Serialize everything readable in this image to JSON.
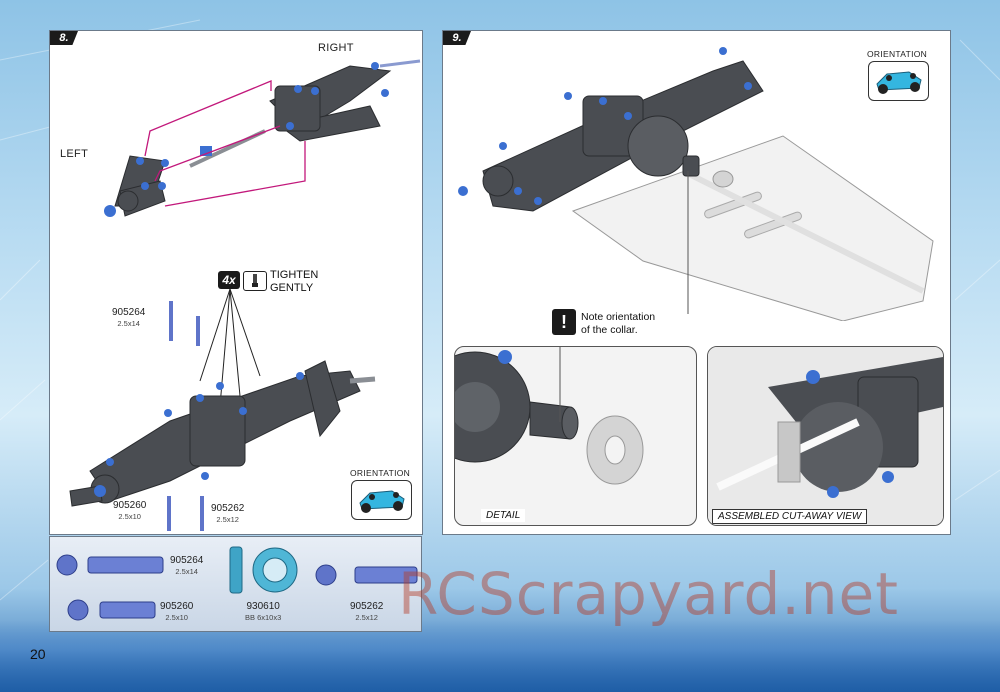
{
  "page_number": "20",
  "watermark": "RCScrapyard.net",
  "step8": {
    "badge": "8.",
    "label_right": "RIGHT",
    "label_left": "LEFT",
    "tool_count": "4x",
    "tighten_line1": "TIGHTEN",
    "tighten_line2": "GENTLY",
    "screws": [
      {
        "pn": "905264",
        "size": "2.5x14"
      },
      {
        "pn": "905260",
        "size": "2.5x10"
      },
      {
        "pn": "905262",
        "size": "2.5x12"
      }
    ],
    "orientation_label": "ORIENTATION"
  },
  "parts_bar": {
    "items": [
      {
        "pn": "905264",
        "size": "2.5x14"
      },
      {
        "pn": "905260",
        "size": "2.5x10"
      },
      {
        "pn": "930610",
        "size": "BB 6x10x3"
      },
      {
        "pn": "905262",
        "size": "2.5x12"
      }
    ]
  },
  "step9": {
    "badge": "9.",
    "orientation_label": "ORIENTATION",
    "note_line1": "Note orientation",
    "note_line2": "of the collar.",
    "detail_caption": "DETAIL",
    "cutaway_caption": "ASSEMBLED CUT-AWAY VIEW"
  },
  "colors": {
    "accent_blue": "#3b6fd1",
    "part_gray": "#4a4d52",
    "arrow_magenta": "#c2187b",
    "car_cyan": "#34b6e0"
  }
}
